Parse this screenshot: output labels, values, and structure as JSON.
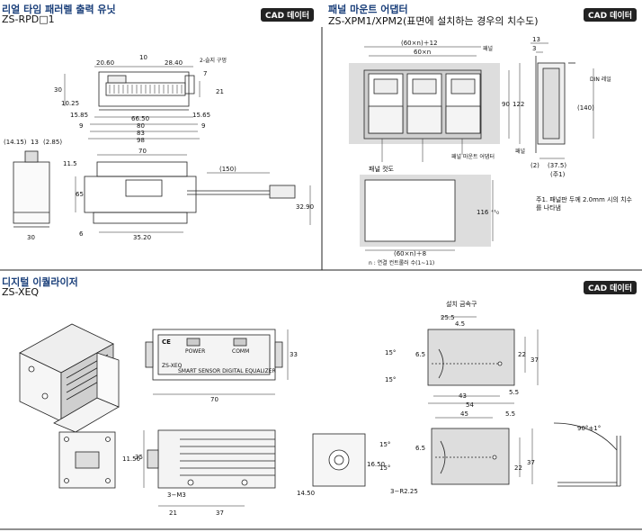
{
  "cad_label": "CAD 데이터",
  "sec1": {
    "title": "리얼 타임 패러렐 출력 유닛",
    "model": "ZS-RPD□1",
    "dims": {
      "d20_60": "20.60",
      "d10": "10",
      "d28_40": "28.40",
      "slot": "2-슬지 구멍",
      "d7": "7",
      "d30": "30",
      "d21": "21",
      "d10_25": "10.25",
      "d15_85": "15.85",
      "d66_50": "66.50",
      "d15_65": "15.65",
      "d9a": "9",
      "d80": "80",
      "d9b": "9",
      "d83": "83",
      "d98": "98",
      "d14_15": "(14.15)",
      "d13": "13",
      "d2_85": "(2.85)",
      "d11_5": "11.5",
      "d70": "70",
      "d150": "(150)",
      "d65": "65",
      "d32_90": "32.90",
      "d6": "6",
      "d35_20": "35.20",
      "d30b": "30"
    }
  },
  "sec2": {
    "title": "패널 마운트 어댑터",
    "model": "ZS-XPM1/XPM2(표면에 설치하는 경우의 치수도)",
    "dims": {
      "d60n12": "(60×n)＋12",
      "d60n": "60×n",
      "panel": "패널",
      "d13": "13",
      "d3": "3",
      "din": "DIN 레일",
      "d90": "90",
      "d122": "122",
      "d140": "(140)",
      "adapter": "패널 마운트 어댑터",
      "panel2": "패널",
      "d2": "(2)",
      "d37_5": "(37.5)",
      "note1": "(주1)",
      "cutout": "패널 컷도",
      "d116": "116 ⁺¹₀",
      "d60n8": "(60×n)＋8",
      "n_note": "n : 연결 컨트롤러 수(1~11)",
      "foot": "주1. 패널판 두께 2.0mm 시의 치수를 나타냄"
    }
  },
  "sec3": {
    "title": "디지털 이퀄라이저",
    "model": "ZS-XEQ",
    "front_text": "SMART SENSOR DIGITAL EQUALIZER",
    "model_label": "ZS-XEQ",
    "power": "POWER",
    "comm": "COMM",
    "dims": {
      "d33": "33",
      "d70": "70",
      "d35": "35",
      "d11_50": "11.50",
      "d16_50": "16.50",
      "d14_50": "14.50",
      "d3m3": "3−M3",
      "d21": "21",
      "d37": "37"
    },
    "bracket": {
      "title": "설치 금속구",
      "d25_5": "25.5",
      "d4_5": "4.5",
      "d15a": "15°",
      "d6_5": "6.5",
      "d15b": "15°",
      "d22": "22",
      "d37": "37",
      "d5_5": "5.5",
      "d43": "43",
      "d54": "54",
      "d45": "45",
      "d5_5b": "5.5",
      "d15c": "15°",
      "d6_5b": "6.5",
      "d15d": "15°",
      "d3r": "3−R2.25",
      "d22b": "22",
      "d37b": "37",
      "d90": "90°±1°"
    }
  }
}
